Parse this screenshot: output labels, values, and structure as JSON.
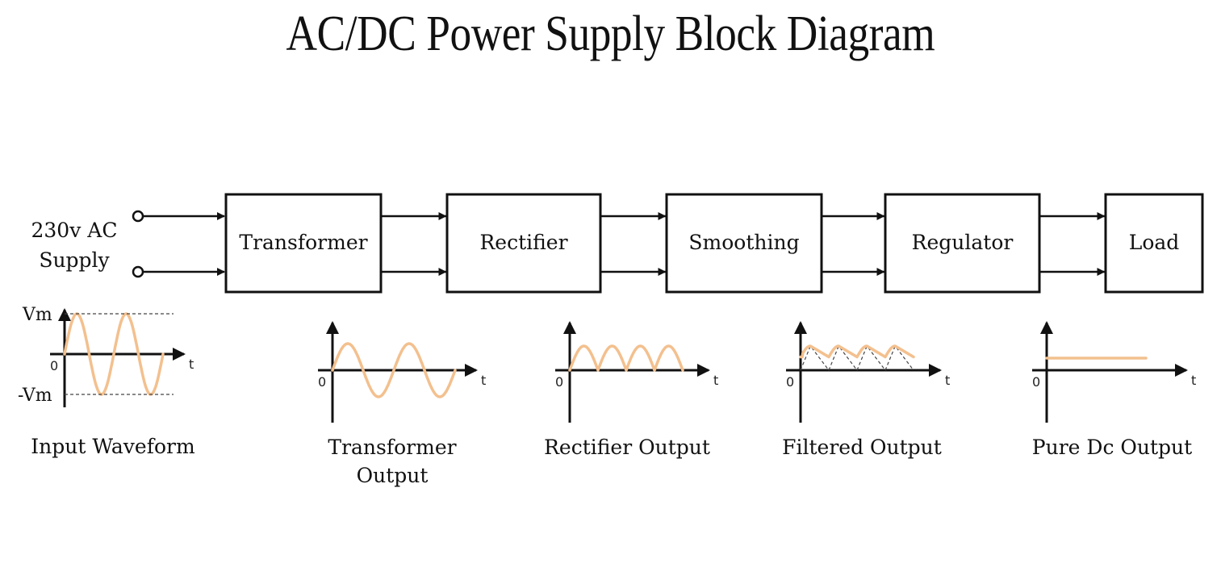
{
  "title": "AC/DC Power Supply Block Diagram",
  "supply_label": [
    "230v AC",
    "Supply"
  ],
  "blocks": [
    {
      "id": "transformer",
      "label": "Transformer"
    },
    {
      "id": "rectifier",
      "label": "Rectifier"
    },
    {
      "id": "smoothing",
      "label": "Smoothing"
    },
    {
      "id": "regulator",
      "label": "Regulator"
    },
    {
      "id": "load",
      "label": "Load"
    }
  ],
  "waveforms": [
    {
      "id": "input",
      "caption": [
        "Input Waveform"
      ],
      "kind": "sine",
      "cycles": 2,
      "origin_label": "0",
      "t_label": "t",
      "vmax_label": "Vm",
      "vmin_label": "-Vm"
    },
    {
      "id": "transformer-output",
      "caption": [
        "Transformer",
        "Output"
      ],
      "kind": "sine",
      "cycles": 2,
      "origin_label": "0",
      "t_label": "t"
    },
    {
      "id": "rectifier-output",
      "caption": [
        "Rectifier Output"
      ],
      "kind": "full-wave-rectified",
      "humps": 4,
      "origin_label": "0",
      "t_label": "t"
    },
    {
      "id": "filtered-output",
      "caption": [
        "Filtered Output"
      ],
      "kind": "ripple",
      "humps": 4,
      "origin_label": "0",
      "t_label": "t"
    },
    {
      "id": "pure-dc-output",
      "caption": [
        "Pure Dc Output"
      ],
      "kind": "dc",
      "origin_label": "0",
      "t_label": "t"
    }
  ],
  "colors": {
    "waveform": "#f3c08e",
    "line": "#111111",
    "background": "#ffffff"
  }
}
